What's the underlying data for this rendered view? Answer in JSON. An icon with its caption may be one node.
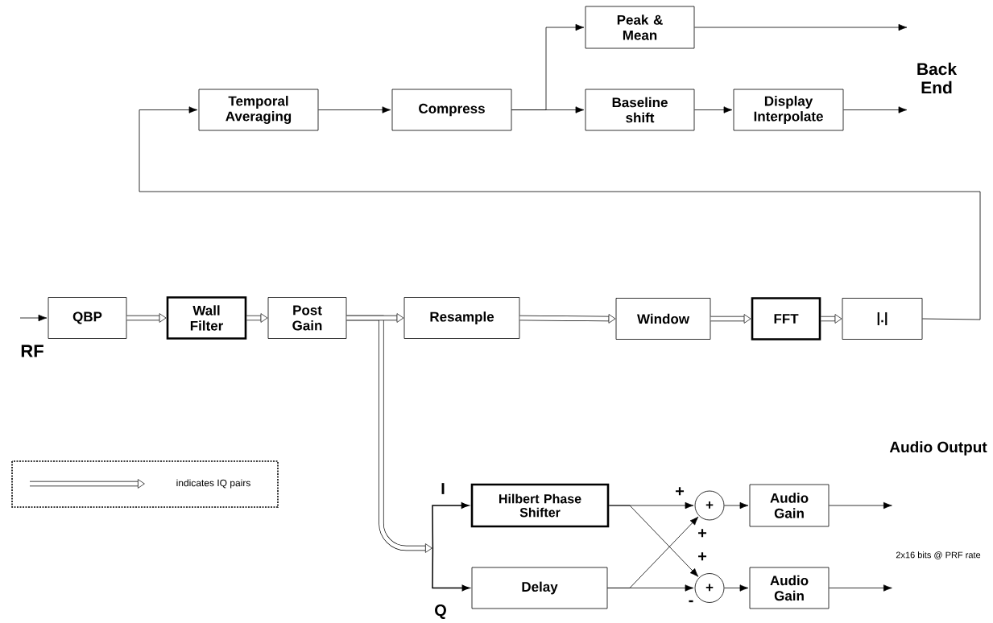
{
  "diagram": {
    "nodes": [
      {
        "text": [
          "Peak & Mean"
        ]
      },
      {
        "text": [
          "Back End"
        ]
      },
      {
        "text": [
          "Temporal Averaging"
        ]
      },
      {
        "text": [
          "Compress"
        ]
      },
      {
        "text": [
          "Baseline shift"
        ]
      },
      {
        "text": [
          "Display Interpolate"
        ]
      },
      {
        "text": [
          "QBP"
        ]
      },
      {
        "text": [
          "Wall Filter"
        ]
      },
      {
        "text": [
          "Post Gain"
        ]
      },
      {
        "text": [
          "Resample"
        ]
      },
      {
        "text": [
          "Window"
        ]
      },
      {
        "text": [
          "FFT"
        ]
      },
      {
        "text": [
          "|.|"
        ]
      },
      {
        "text": [
          "Hilbert Phase Shifter"
        ]
      },
      {
        "text": [
          "+"
        ]
      },
      {
        "text": [
          "Audio Gain"
        ]
      },
      {
        "text": [
          "Delay"
        ]
      },
      {
        "text": [
          "+"
        ]
      },
      {
        "text": [
          "Audio Gain"
        ]
      }
    ],
    "edges": [
      {
        "from": null,
        "to": 6,
        "arrow": "to"
      },
      {
        "from": 6,
        "to": 7,
        "arrow": "to",
        "style": "thick"
      },
      {
        "from": 7,
        "to": 8,
        "arrow": "to",
        "style": "thick"
      },
      {
        "from": 8,
        "to": 9,
        "arrow": "to",
        "style": "thick"
      },
      {
        "from": 9,
        "to": 10,
        "arrow": "to",
        "style": "thick"
      },
      {
        "from": 10,
        "to": 11,
        "arrow": "to",
        "style": "thick"
      },
      {
        "from": 11,
        "to": 12,
        "arrow": "to",
        "style": "thick"
      },
      {
        "from": 12,
        "to": 2,
        "arrow": "to"
      },
      {
        "from": 2,
        "to": 3,
        "arrow": "to"
      },
      {
        "from": 3,
        "to": 0,
        "arrow": "to"
      },
      {
        "from": 3,
        "to": 4,
        "arrow": "to"
      },
      {
        "from": 4,
        "to": 5,
        "arrow": "to"
      },
      {
        "from": 0,
        "to": 1,
        "arrow": "to"
      },
      {
        "from": 5,
        "to": 1,
        "arrow": "to"
      },
      {
        "from": 8,
        "to": 13,
        "arrow": "to",
        "style": "thick"
      },
      {
        "from": 8,
        "to": 16,
        "arrow": "to",
        "style": "thick"
      },
      {
        "from": 13,
        "to": 14,
        "arrow": "to"
      },
      {
        "from": 13,
        "to": 17,
        "arrow": "to"
      },
      {
        "from": 16,
        "to": 14,
        "arrow": "to"
      },
      {
        "from": 16,
        "to": 17,
        "arrow": "to"
      },
      {
        "from": 14,
        "to": 15,
        "arrow": "to"
      },
      {
        "from": 17,
        "to": 18,
        "arrow": "to"
      },
      {
        "from": 15,
        "to": null,
        "arrow": "to"
      },
      {
        "from": 18,
        "to": null,
        "arrow": "to"
      }
    ],
    "labels": [
      "RF",
      "Audio Output",
      "I",
      "+",
      "+",
      "+",
      "2x16 bits @ PRF rate",
      "-",
      "Q"
    ],
    "legend": [
      {
        "text": "indicates IQ pairs"
      }
    ]
  }
}
